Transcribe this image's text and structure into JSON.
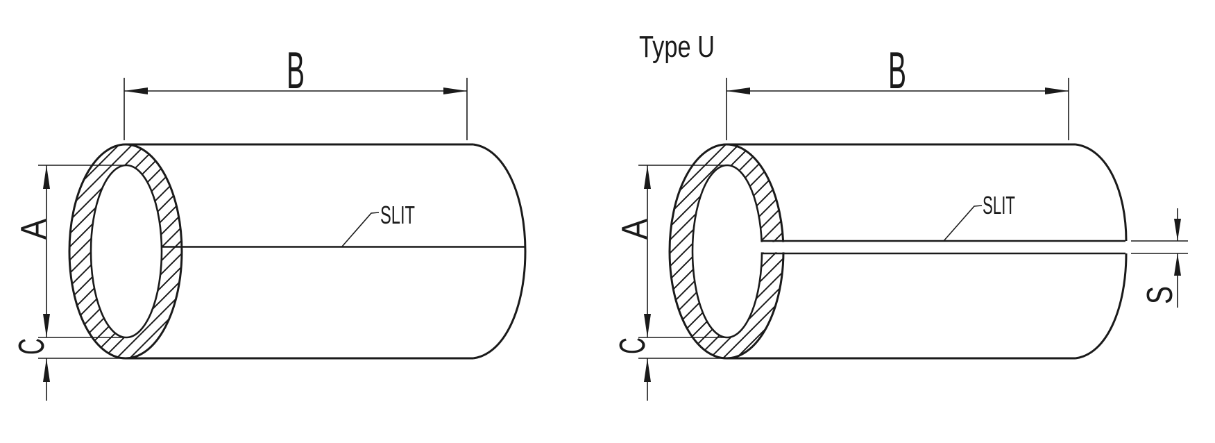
{
  "page": {
    "background": "#ffffff",
    "ink": "#1a1a1a"
  },
  "left_figure": {
    "dim_b": "B",
    "dim_a": "A",
    "dim_c": "C",
    "slit_label": "SLIT"
  },
  "right_figure": {
    "title": "Type U",
    "dim_b": "B",
    "dim_a": "A",
    "dim_c": "C",
    "dim_s": "S",
    "slit_label": "SLIT"
  }
}
